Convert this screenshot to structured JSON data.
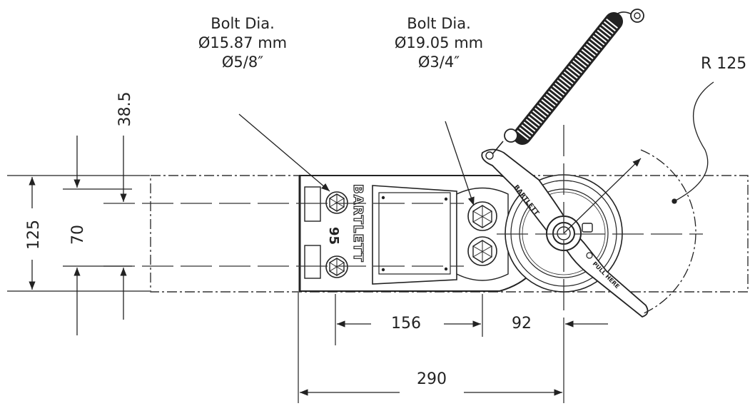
{
  "annotations": {
    "bolt_left": {
      "line1": "Bolt Dia.",
      "line2": "Ø15.87 mm",
      "line3": "Ø5/8″"
    },
    "bolt_right": {
      "line1": "Bolt Dia.",
      "line2": "Ø19.05 mm",
      "line3": "Ø3/4″"
    },
    "radius": "R 125"
  },
  "dimensions": {
    "d38": "38.5",
    "d125": "125",
    "d70": "70",
    "d156": "156",
    "d92": "92",
    "d290": "290"
  },
  "product": {
    "brand": "BARTLETT",
    "model": "95",
    "handle_brand": "BARTLETT",
    "handle_text": "PULL HERE"
  }
}
